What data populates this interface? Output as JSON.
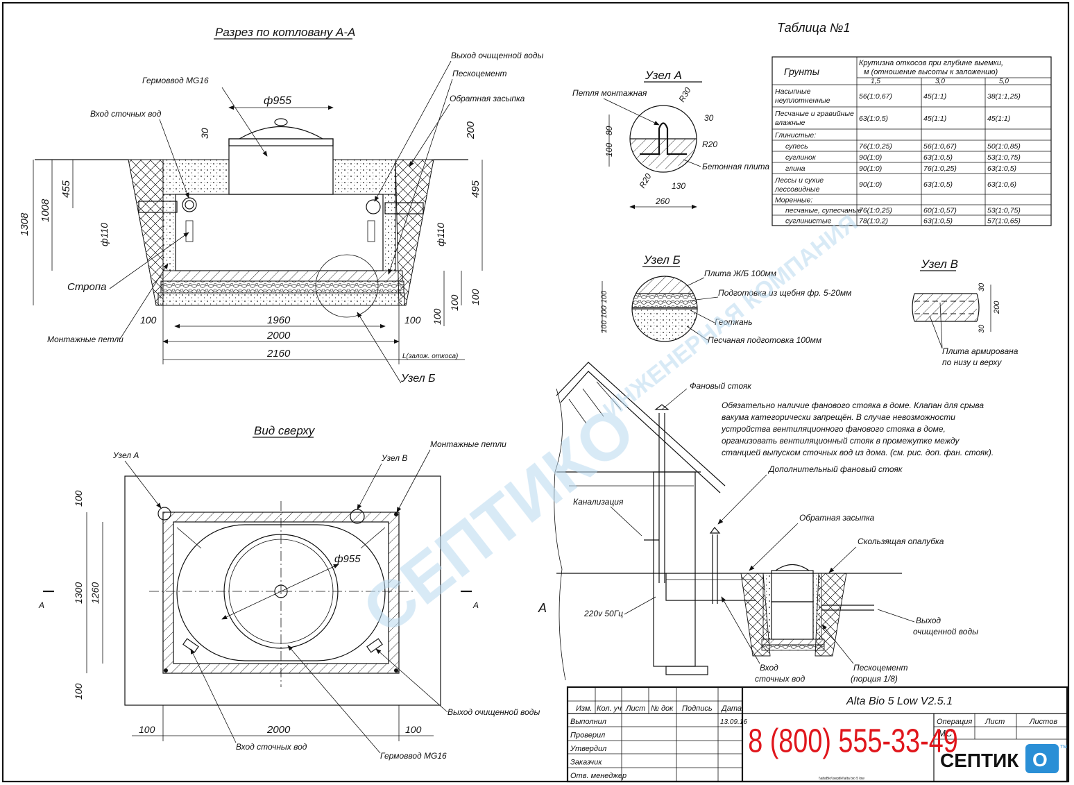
{
  "section": {
    "title": "Разрез по котловану А-А",
    "labels": {
      "hermovvod": "Гермоввод MG16",
      "inlet": "Вход сточных вод",
      "outlet": "Выход очищенной воды",
      "sandcement": "Пескоцемент",
      "backfill": "Обратная засыпка",
      "sling": "Стропа",
      "mount_loops": "Монтажные петли",
      "node_b": "Узел Б",
      "slope": "L(залож. откоса)"
    },
    "dims": {
      "d955": "ф955",
      "d30": "30",
      "d200": "200",
      "d455": "455",
      "d1008": "1008",
      "d1308": "1308",
      "d495": "495",
      "d110l": "ф110",
      "d110r": "ф110",
      "d100a": "100",
      "d100b": "100",
      "d100c": "100",
      "d100l": "100",
      "d100r": "100",
      "d1960": "1960",
      "d2000": "2000",
      "d2160": "2160"
    }
  },
  "table": {
    "title": "Таблица №1",
    "head_col1": "Грунты",
    "head_col2_l1": "Крутизна откосов при глубине выемки,",
    "head_col2_l2": "м (отношение высоты к заложению)",
    "depths": [
      "1,5",
      "3,0",
      "5,0"
    ],
    "rows": [
      {
        "l1": "Насыпные",
        "l2": "неуплотненные",
        "v": [
          "56(1:0,67)",
          "45(1:1)",
          "38(1:1,25)"
        ]
      },
      {
        "l1": "Песчаные и гравийные",
        "l2": "влажные",
        "v": [
          "63(1:0,5)",
          "45(1:1)",
          "45(1:1)"
        ]
      },
      {
        "l1": "Глинистые:",
        "l2": "",
        "v": [
          "",
          "",
          ""
        ]
      },
      {
        "l1": "супесь",
        "l2": "",
        "v": [
          "76(1:0,25)",
          "56(1:0,67)",
          "50(1:0,85)"
        ]
      },
      {
        "l1": "суглинок",
        "l2": "",
        "v": [
          "90(1:0)",
          "63(1:0,5)",
          "53(1:0,75)"
        ]
      },
      {
        "l1": "глина",
        "l2": "",
        "v": [
          "90(1:0)",
          "76(1:0,25)",
          "63(1:0,5)"
        ]
      },
      {
        "l1": "Лессы и сухие",
        "l2": "лессовидные",
        "v": [
          "90(1:0)",
          "63(1:0,5)",
          "63(1:0,6)"
        ]
      },
      {
        "l1": "Моренные:",
        "l2": "",
        "v": [
          "",
          "",
          ""
        ]
      },
      {
        "l1": "песчаные, супесчаные",
        "l2": "",
        "v": [
          "76(1:0,25)",
          "60(1:0,57)",
          "53(1:0,75)"
        ]
      },
      {
        "l1": "суглинистые",
        "l2": "",
        "v": [
          "78(1:0,2)",
          "63(1:0,5)",
          "57(1:0,65)"
        ]
      }
    ]
  },
  "node_a": {
    "title": "Узел А",
    "loop": "Петля монтажная",
    "slab": "Бетонная плита",
    "d_r30": "R30",
    "d_30": "30",
    "d_r20a": "R20",
    "d_r20b": "R20",
    "d_80": "80",
    "d_100": "100",
    "d_130": "130",
    "d_260": "260"
  },
  "node_b": {
    "title": "Узел Б",
    "l1": "Плита Ж/Б 100мм",
    "l2": "Подготовка из щебня фр. 5-20мм",
    "l3": "Геоткань",
    "l4": "Песчаная подготовка 100мм",
    "dims": "100 100 100"
  },
  "node_v": {
    "title": "Узел В",
    "label_l1": "Плита армирована",
    "label_l2": "по низу и верху",
    "d30a": "30",
    "d200": "200",
    "d30b": "30"
  },
  "top_view": {
    "title": "Вид сверху",
    "node_a": "Узел А",
    "node_v": "Узел В",
    "mount_loops": "Монтажные петли",
    "outlet": "Выход очищенной воды",
    "inlet": "Вход сточных вод",
    "hermovvod": "Гермоввод MG16",
    "d955": "ф955",
    "d100t": "100",
    "d100b": "100",
    "d1300": "1300",
    "d1260": "1260",
    "d100l": "100",
    "d2000": "2000",
    "d100r": "100",
    "cut_l": "А",
    "cut_r": "А"
  },
  "house": {
    "fan_riser": "Фановый стояк",
    "note": [
      "Обязательно наличие фанового стояка в доме. Клапан для срыва",
      "вакума категорически запрещён. В случае невозможности",
      "устройства вентиляционного фанового стояка в доме,",
      "организовать вентиляционный стояк в промежутке между",
      "станцией выпуском сточных вод из дома. (см. рис. доп. фан. стояк)."
    ],
    "extra_riser": "Дополнительный фановый стояк",
    "sewer": "Канализация",
    "backfill": "Обратная засыпка",
    "formwork": "Скользящая опалубка",
    "power": "220v 50Гц",
    "inlet_l1": "Вход",
    "inlet_l2": "сточных вод",
    "sand_l1": "Пескоцемент",
    "sand_l2": "(порция 1/8)",
    "outlet_l1": "Выход",
    "outlet_l2": "очищенной воды",
    "letter_a": "А"
  },
  "stamp": {
    "cols": [
      "Изм.",
      "Кол. уч",
      "Лист",
      "№ док",
      "Подпись",
      "Дата"
    ],
    "roles": [
      "Выполнил",
      "Проверил",
      "Утвердил",
      "Заказчик",
      "Отв. менеджер"
    ],
    "date": "13.09.16",
    "title": "Alta Bio 5 Low V2.5.1",
    "phone": "8 (800) 555-33-49",
    "op_cols": [
      "Операция",
      "Лист",
      "Листов"
    ],
    "op_value": "МС",
    "logo": "СЕПТИК",
    "logo_o": "О",
    "tm": "TM",
    "path": "\\\\altaBio\\\\septik\\\\alta bio 5 low",
    "red": "#e0161c",
    "blue": "#2a8fd6"
  },
  "watermark": {
    "text": "СЕПТИКО",
    "sub": "ИНЖЕНЕРНАЯ КОМПАНИЯ",
    "color": "#b9d9ef"
  }
}
